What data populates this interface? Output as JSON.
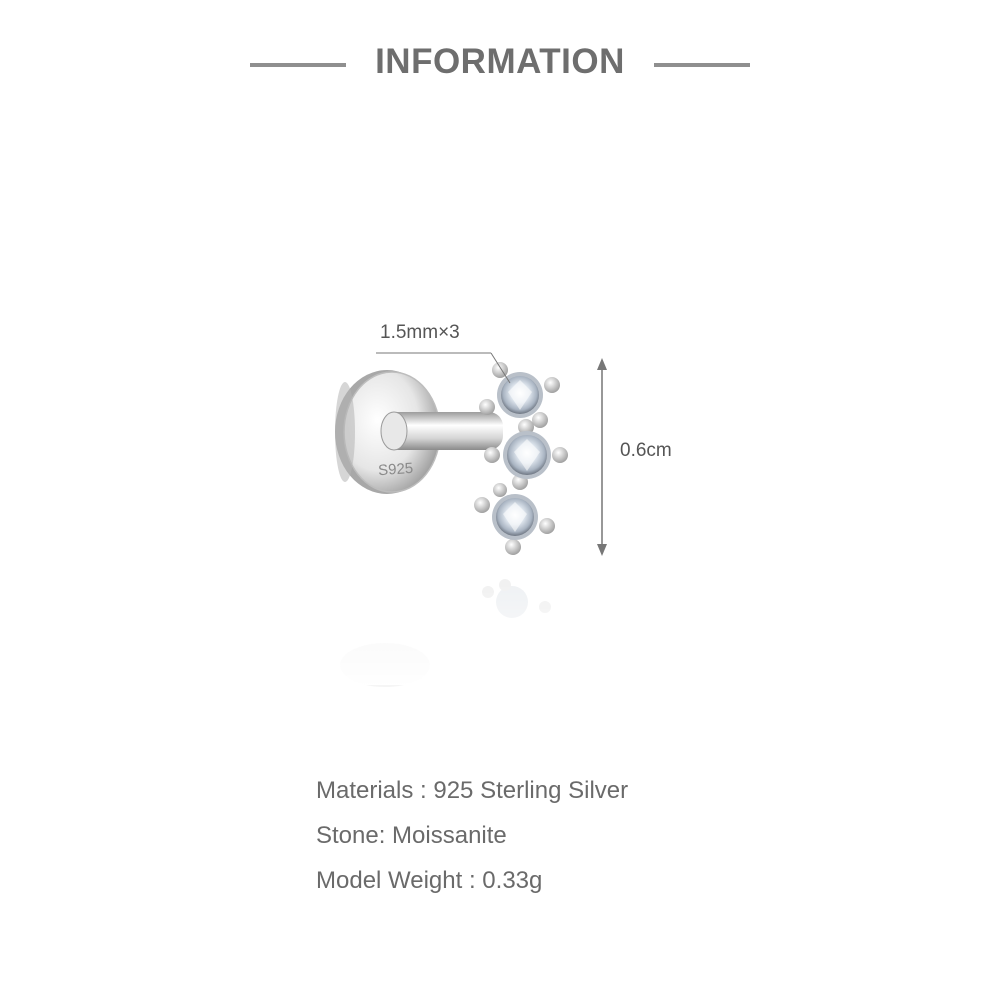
{
  "header": {
    "title": "INFORMATION"
  },
  "product": {
    "stone_size_label": "1.5mm×3",
    "height_label": "0.6cm",
    "back_stamp": "S925",
    "icon": "barbell-earring-three-stones"
  },
  "specs": [
    "Materials : 925 Sterling Silver",
    "Stone: Moissanite",
    "Model Weight : 0.33g"
  ],
  "colors": {
    "header_text": "#6e6e6e",
    "header_line": "#8f8f8f",
    "spec_text": "#6a6a6a",
    "silver": "#c8c8c8"
  }
}
